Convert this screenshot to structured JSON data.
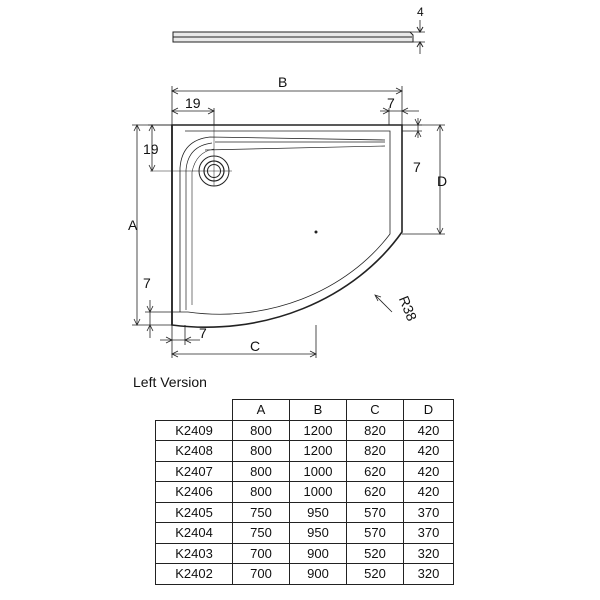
{
  "drawing": {
    "dimension_labels": {
      "thickness": "4",
      "b": "B",
      "left_margin": "19",
      "right_margin": "7",
      "top_margin": "19",
      "right_side": "7",
      "d": "D",
      "a": "A",
      "bottom_margin": "7",
      "bottom_left": "7",
      "c": "C",
      "radius": "R38"
    }
  },
  "caption": "Left Version",
  "table": {
    "headers": [
      "",
      "A",
      "B",
      "C",
      "D"
    ],
    "rows": [
      [
        "K2409",
        "800",
        "1200",
        "820",
        "420"
      ],
      [
        "K2408",
        "800",
        "1200",
        "820",
        "420"
      ],
      [
        "K2407",
        "800",
        "1000",
        "620",
        "420"
      ],
      [
        "K2406",
        "800",
        "1000",
        "620",
        "420"
      ],
      [
        "K2405",
        "750",
        "950",
        "570",
        "370"
      ],
      [
        "K2404",
        "750",
        "950",
        "570",
        "370"
      ],
      [
        "K2403",
        "700",
        "900",
        "520",
        "320"
      ],
      [
        "K2402",
        "700",
        "900",
        "520",
        "320"
      ]
    ]
  }
}
